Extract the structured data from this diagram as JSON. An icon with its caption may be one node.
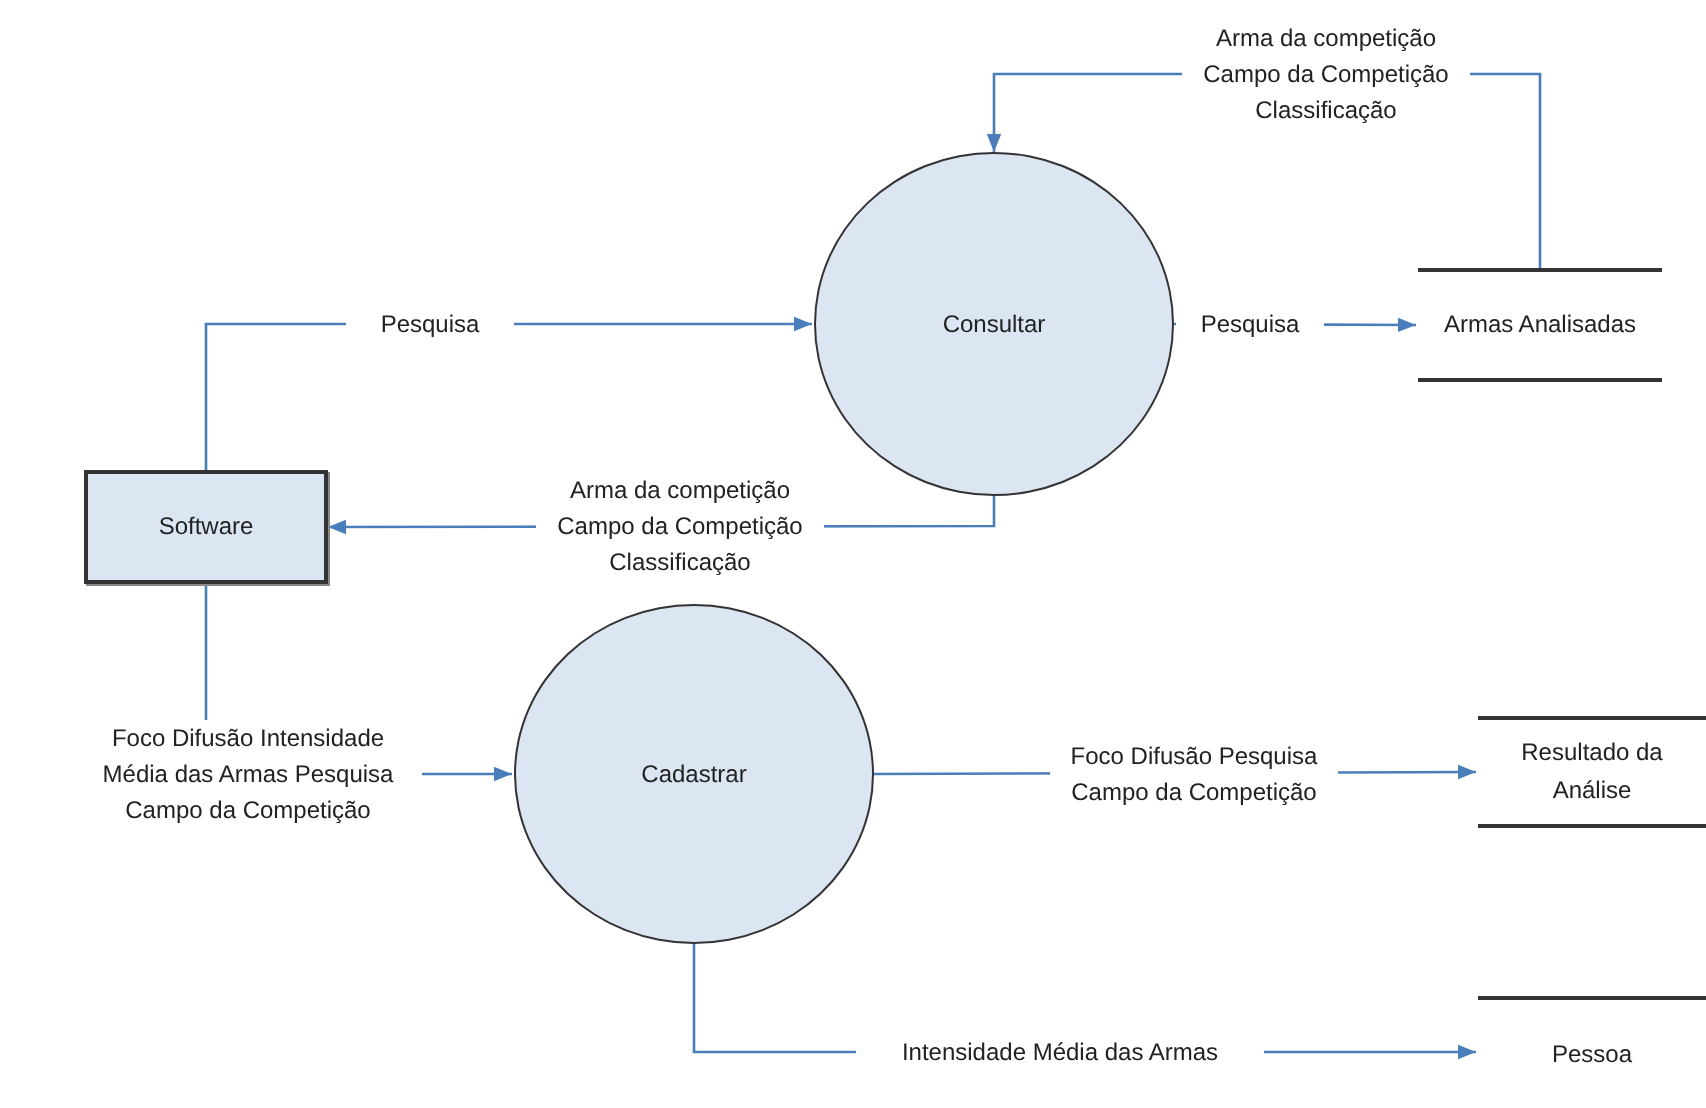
{
  "diagram": {
    "nodes": [
      {
        "text": [
          "Software"
        ]
      },
      {
        "text": [
          "Consultar"
        ]
      },
      {
        "text": [
          "Armas Analisadas"
        ]
      },
      {
        "text": [
          "Cadastrar"
        ]
      },
      {
        "text": [
          "Resultado da Análise"
        ]
      },
      {
        "text": [
          "Pessoa"
        ]
      }
    ],
    "edges": [
      {
        "from": 0,
        "to": 1,
        "arrow": "to",
        "label": "Pesquisa"
      },
      {
        "from": 1,
        "to": 0,
        "arrow": "to",
        "label": "Arma da competição Campo da Competição Classificação"
      },
      {
        "from": 1,
        "to": 2,
        "arrow": "to",
        "label": "Pesquisa"
      },
      {
        "from": 2,
        "to": 1,
        "arrow": "to",
        "label": "Arma da competição Campo da Competição Classificação"
      },
      {
        "from": 0,
        "to": 3,
        "arrow": "to",
        "label": "Foco Difusão Intensidade Média das Armas Pesquisa Campo da Competição"
      },
      {
        "from": 3,
        "to": 4,
        "arrow": "to",
        "label": "Foco Difusão Pesquisa Campo da Competição"
      },
      {
        "from": 3,
        "to": 5,
        "arrow": "to",
        "label": "Intensidade Média das Armas"
      }
    ]
  }
}
